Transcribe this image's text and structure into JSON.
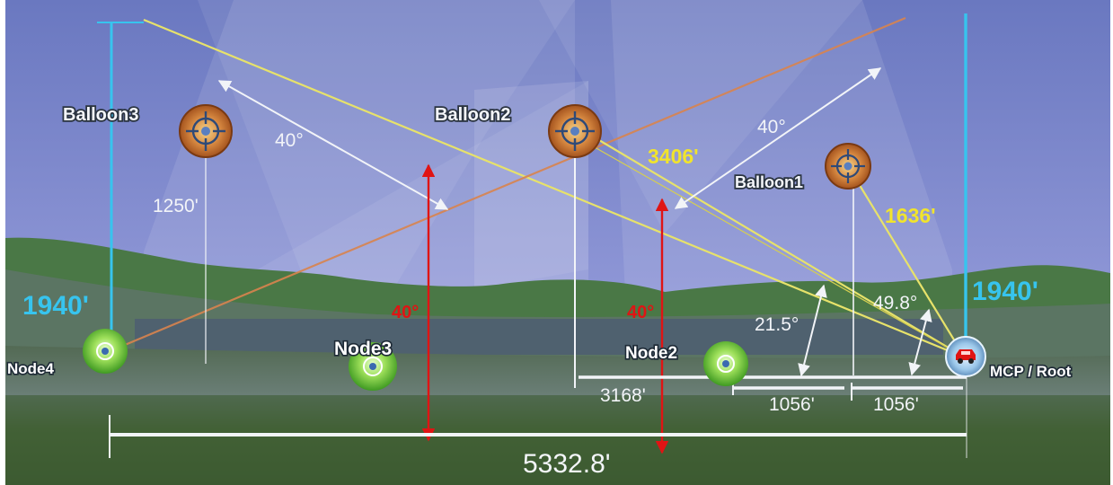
{
  "colors": {
    "sky_top": "#6e7cc4",
    "sky_bottom": "#a8aee0",
    "hill": "#4f7a4a",
    "ground": "#4a6a3c",
    "cyan": "#37c4ee",
    "yellow": "#f1e42c",
    "red": "#e01414",
    "orange": "#e08a4a",
    "white": "#f2f4f8"
  },
  "balloons": [
    {
      "id": "balloon3",
      "label": "Balloon3",
      "icon": "target-icon"
    },
    {
      "id": "balloon2",
      "label": "Balloon2",
      "icon": "target-icon"
    },
    {
      "id": "balloon1",
      "label": "Balloon1",
      "icon": "target-icon"
    }
  ],
  "nodes": [
    {
      "id": "node4",
      "label": "Node4",
      "icon": "target-icon"
    },
    {
      "id": "node3",
      "label": "Node3",
      "icon": "target-icon"
    },
    {
      "id": "node2",
      "label": "Node2",
      "icon": "target-icon"
    }
  ],
  "root": {
    "label": "MCP / Root",
    "icon": "car-icon"
  },
  "measurements": {
    "height_left": "1940'",
    "height_right": "1940'",
    "balloon3_height": "1250'",
    "angle_left": "40°",
    "angle_right": "40°",
    "red_angle_left": "40°",
    "red_angle_right": "40°",
    "slant_balloon2": "3406'",
    "slant_balloon1": "1636'",
    "angle_21_5": "21.5°",
    "angle_49_8": "49.8°",
    "dist_3168": "3168'",
    "dist_1056_a": "1056'",
    "dist_1056_b": "1056'",
    "dist_total": "5332.8'"
  }
}
